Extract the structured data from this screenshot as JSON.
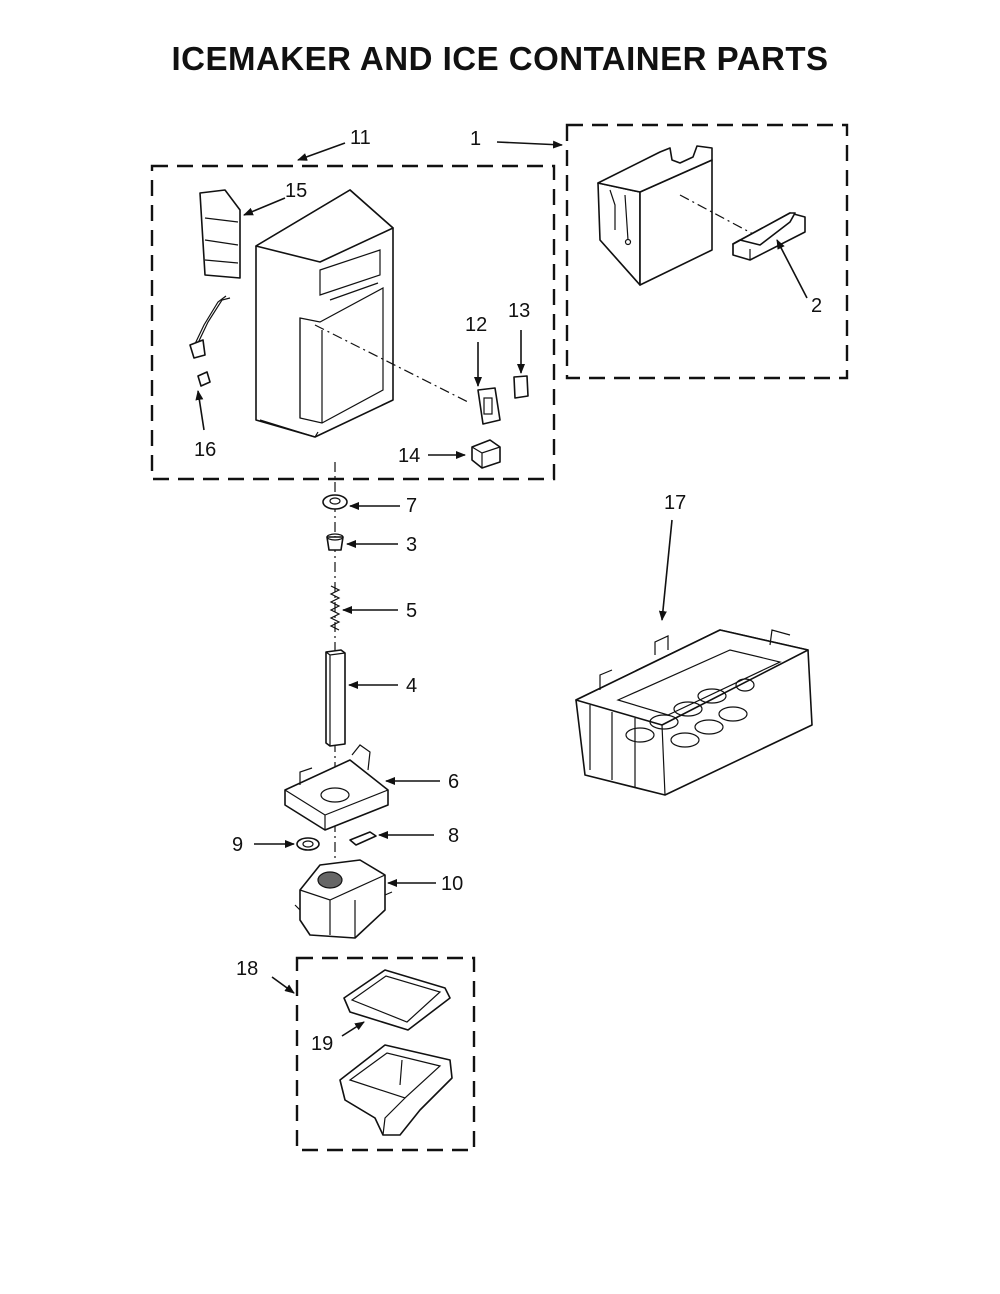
{
  "title": "ICEMAKER AND ICE CONTAINER PARTS",
  "callouts": {
    "c1": "1",
    "c2": "2",
    "c3": "3",
    "c4": "4",
    "c5": "5",
    "c6": "6",
    "c7": "7",
    "c8": "8",
    "c9": "9",
    "c10": "10",
    "c11": "11",
    "c12": "12",
    "c13": "13",
    "c14": "14",
    "c15": "15",
    "c16": "16",
    "c17": "17",
    "c18": "18",
    "c19": "19"
  }
}
